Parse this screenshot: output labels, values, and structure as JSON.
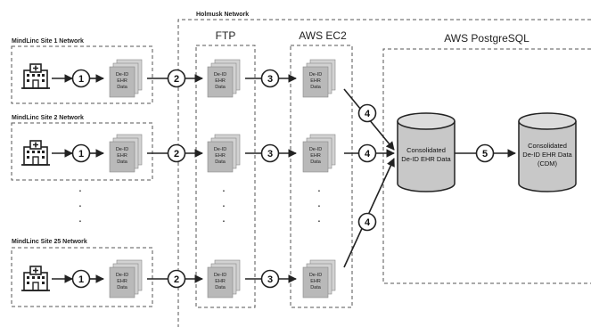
{
  "regions": {
    "holmusk_network": "Holmusk Network",
    "ftp": "FTP",
    "aws_ec2": "AWS EC2",
    "aws_postgresql": "AWS PostgreSQL"
  },
  "sites": [
    {
      "label": "MindLinc Site 1 Network",
      "doc": [
        "De-ID",
        "EHR",
        "Data"
      ]
    },
    {
      "label": "MindLinc Site 2 Network",
      "doc": [
        "De-ID",
        "EHR",
        "Data"
      ]
    },
    {
      "label": "MindLinc Site 25 Network",
      "doc": [
        "De-ID",
        "EHR",
        "Data"
      ]
    }
  ],
  "doc_text": [
    "De-ID",
    "EHR",
    "Data"
  ],
  "steps": [
    "1",
    "2",
    "3",
    "4",
    "5"
  ],
  "databases": {
    "consolidated": [
      "Consolidated",
      "De-ID EHR Data"
    ],
    "cdm": [
      "Consolidated",
      "De-ID EHR Data",
      "(CDM)"
    ]
  },
  "ellipsis": "·",
  "colors": {
    "line": "#222222",
    "doc_fill": "#b9b9b9",
    "doc_back": "#d2d2d2",
    "db_fill": "#c8c8c8",
    "dash": "#555555"
  },
  "icons": {
    "hospital": "hospital-icon",
    "documents": "document-stack-icon",
    "database": "database-icon"
  }
}
